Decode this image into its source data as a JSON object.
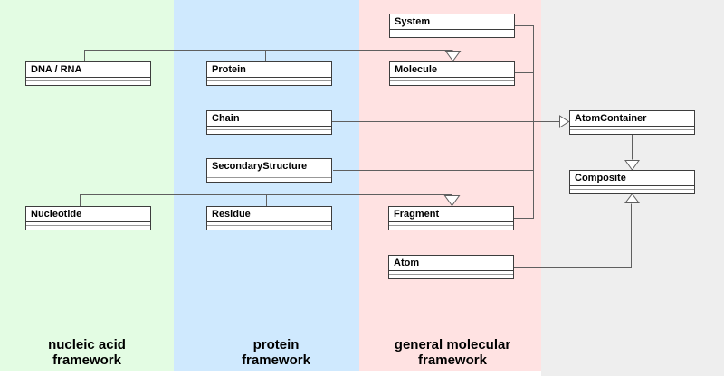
{
  "diagram": {
    "type": "uml-class-diagram",
    "classes": {
      "system": "System",
      "dna_rna": "DNA / RNA",
      "protein": "Protein",
      "molecule": "Molecule",
      "chain": "Chain",
      "secondary_structure": "SecondaryStructure",
      "nucleotide": "Nucleotide",
      "residue": "Residue",
      "fragment": "Fragment",
      "atom": "Atom",
      "atom_container": "AtomContainer",
      "composite": "Composite"
    },
    "framework_labels": {
      "nucleic_acid": {
        "line1": "nucleic acid",
        "line2": "framework"
      },
      "protein": {
        "line1": "protein",
        "line2": "framework"
      },
      "general_molecular": {
        "line1": "general molecular",
        "line2": "framework"
      }
    },
    "relationships": [
      {
        "from": "DNA / RNA",
        "to": "Molecule",
        "type": "generalization"
      },
      {
        "from": "Protein",
        "to": "Molecule",
        "type": "generalization"
      },
      {
        "from": "Nucleotide",
        "to": "Fragment",
        "type": "generalization"
      },
      {
        "from": "Residue",
        "to": "Fragment",
        "type": "generalization"
      },
      {
        "from": "System",
        "to": "AtomContainer",
        "type": "generalization"
      },
      {
        "from": "Molecule",
        "to": "AtomContainer",
        "type": "generalization"
      },
      {
        "from": "Chain",
        "to": "AtomContainer",
        "type": "generalization"
      },
      {
        "from": "SecondaryStructure",
        "to": "AtomContainer",
        "type": "generalization"
      },
      {
        "from": "Fragment",
        "to": "AtomContainer",
        "type": "generalization"
      },
      {
        "from": "AtomContainer",
        "to": "Composite",
        "type": "generalization"
      },
      {
        "from": "Atom",
        "to": "Composite",
        "type": "generalization"
      }
    ],
    "colors": {
      "nucleic_acid_column": "#e3fce3",
      "protein_column": "#cfe9fe",
      "general_molecular_column": "#ffe2e2",
      "outer_background": "#eeeeee",
      "class_box_fill": "#ffffff",
      "connector_line": "#5f5f5f",
      "box_border": "#3d3d3d"
    }
  }
}
